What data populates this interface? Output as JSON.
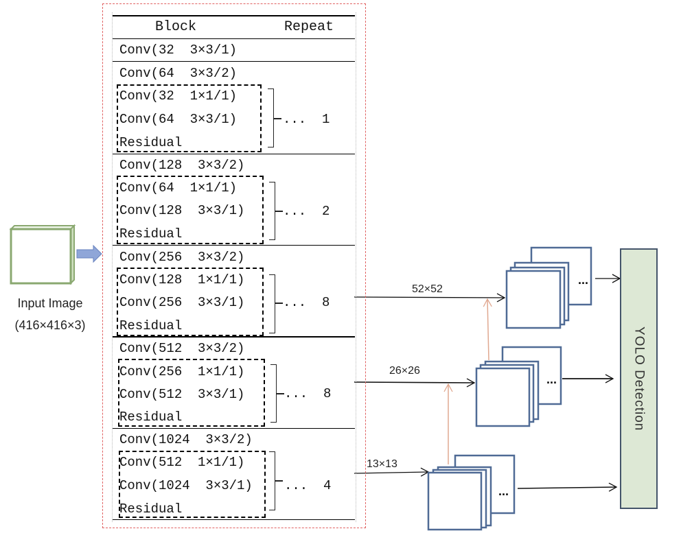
{
  "input": {
    "label_line1": "Input Image",
    "label_line2": "(416×416×3)"
  },
  "table": {
    "header": {
      "block": "Block",
      "repeat": "Repeat"
    },
    "first_row": "Conv(32  3×3/1)",
    "stages": [
      {
        "downsample": "Conv(64  3×3/2)",
        "conv1": "Conv(32  1×1/1)",
        "conv2": "Conv(64  3×3/1)",
        "residual": "Residual",
        "repeat": "...  1"
      },
      {
        "downsample": "Conv(128  3×3/2)",
        "conv1": "Conv(64  1×1/1)",
        "conv2": "Conv(128  3×3/1)",
        "residual": "Residual",
        "repeat": "...  2"
      },
      {
        "downsample": "Conv(256  3×3/2)",
        "conv1": "Conv(128  1×1/1)",
        "conv2": "Conv(256  3×3/1)",
        "residual": "Residual",
        "repeat": "...  8"
      },
      {
        "downsample": "Conv(512  3×3/2)",
        "conv1": "Conv(256  1×1/1)",
        "conv2": "Conv(512  3×3/1)",
        "residual": "Residual",
        "repeat": "...  8"
      },
      {
        "downsample": "Conv(1024  3×3/2)",
        "conv1": "Conv(512  1×1/1)",
        "conv2": "Conv(1024  3×3/1)",
        "residual": "Residual",
        "repeat": "...  4"
      }
    ]
  },
  "scales": {
    "s52": "52×52",
    "s26": "26×26",
    "s13": "13×13"
  },
  "feature_maps": {
    "ellipsis": "..."
  },
  "output": {
    "label": "YOLO    Detection"
  },
  "colors": {
    "frame": "#e06060",
    "input_box": "#8aa870",
    "arrow_fill": "#8fa6d8",
    "feature_map_border": "#4f6a95",
    "upsample_arrow": "#e0a890",
    "yolo_fill": "#dde8d5",
    "yolo_border": "#44546a"
  }
}
